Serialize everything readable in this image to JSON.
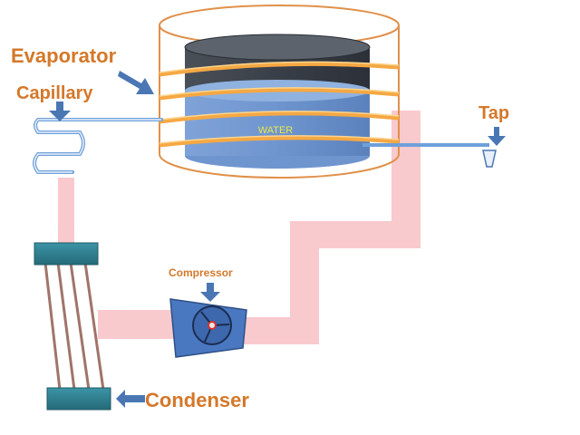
{
  "labels": {
    "evaporator": "Evaporator",
    "capillary": "Capillary",
    "tap": "Tap",
    "water": "WATER",
    "compressor": "Compressor",
    "condenser": "Condenser"
  },
  "colors": {
    "label_orange": "#d4782a",
    "arrow_blue": "#4a77b4",
    "pipe_pink": "#f8c4c8",
    "water_blue": "#6f95cf",
    "tank_outline": "#e0904a",
    "coil_orange": "#f5a843",
    "cylinder_dark": "#3a4048",
    "condenser_header": "#2f7d8e",
    "condenser_tube": "#a0746a",
    "compressor_body": "#4a78c0",
    "capillary_blue": "#6fa0da",
    "water_text": "#e8e84a"
  }
}
